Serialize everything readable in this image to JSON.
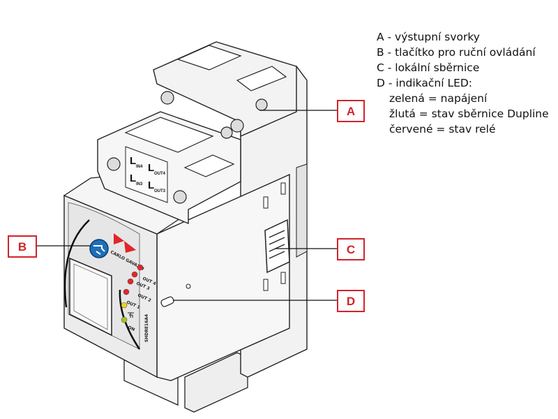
{
  "legend": {
    "a": "A - výstupní svorky",
    "b": "B - tlačítko pro ruční ovládání",
    "c": "C - lokální sběrnice",
    "d": "D - indikační LED:",
    "d_green": "zelená = napájení",
    "d_yellow": "žlutá = stav sběrnice Dupline",
    "d_red": "červené = stav relé"
  },
  "callouts": {
    "a": "A",
    "b": "B",
    "c": "C",
    "d": "D"
  },
  "terminals": {
    "l1": "L",
    "l1_sub": "IN4",
    "l2": "L",
    "l2_sub": "OUT4",
    "l3": "L",
    "l3_sub": "IN3",
    "l4": "L",
    "l4_sub": "OUT3"
  },
  "led_labels": [
    "OUT 4",
    "OUT 3",
    "OUT 2",
    "OUT 1",
    "ON"
  ],
  "brand_text": "CARLO GAVAZZI",
  "model_text": "SHDRE16A4",
  "colors": {
    "callout_red": "#d2232a",
    "led_red": "#e0262b",
    "led_yellow": "#f2d21a",
    "led_green": "#a6c61a",
    "button_blue": "#1d6fb8"
  }
}
